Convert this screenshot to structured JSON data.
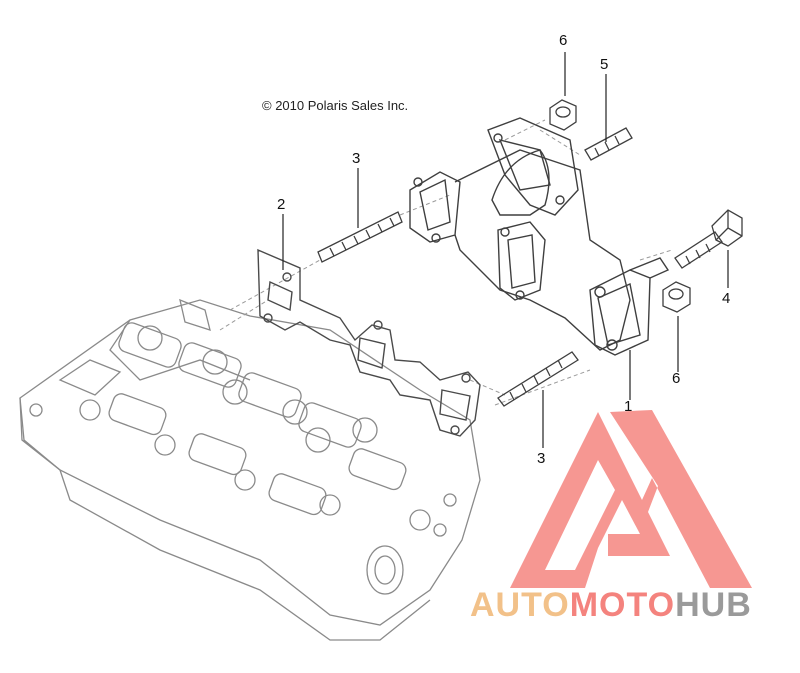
{
  "copyright": "© 2010 Polaris Sales Inc.",
  "callouts": {
    "c1": "1",
    "c2": "2",
    "c3a": "3",
    "c3b": "3",
    "c4": "4",
    "c5": "5",
    "c6a": "6",
    "c6b": "6"
  },
  "watermark": {
    "part1": "AUTO",
    "part2": "MOTO",
    "part3": "HUB",
    "colors": {
      "auto": "#f2c189",
      "moto": "#f4837e",
      "hub": "#9a9a9a",
      "logo": "#f58c86"
    }
  }
}
